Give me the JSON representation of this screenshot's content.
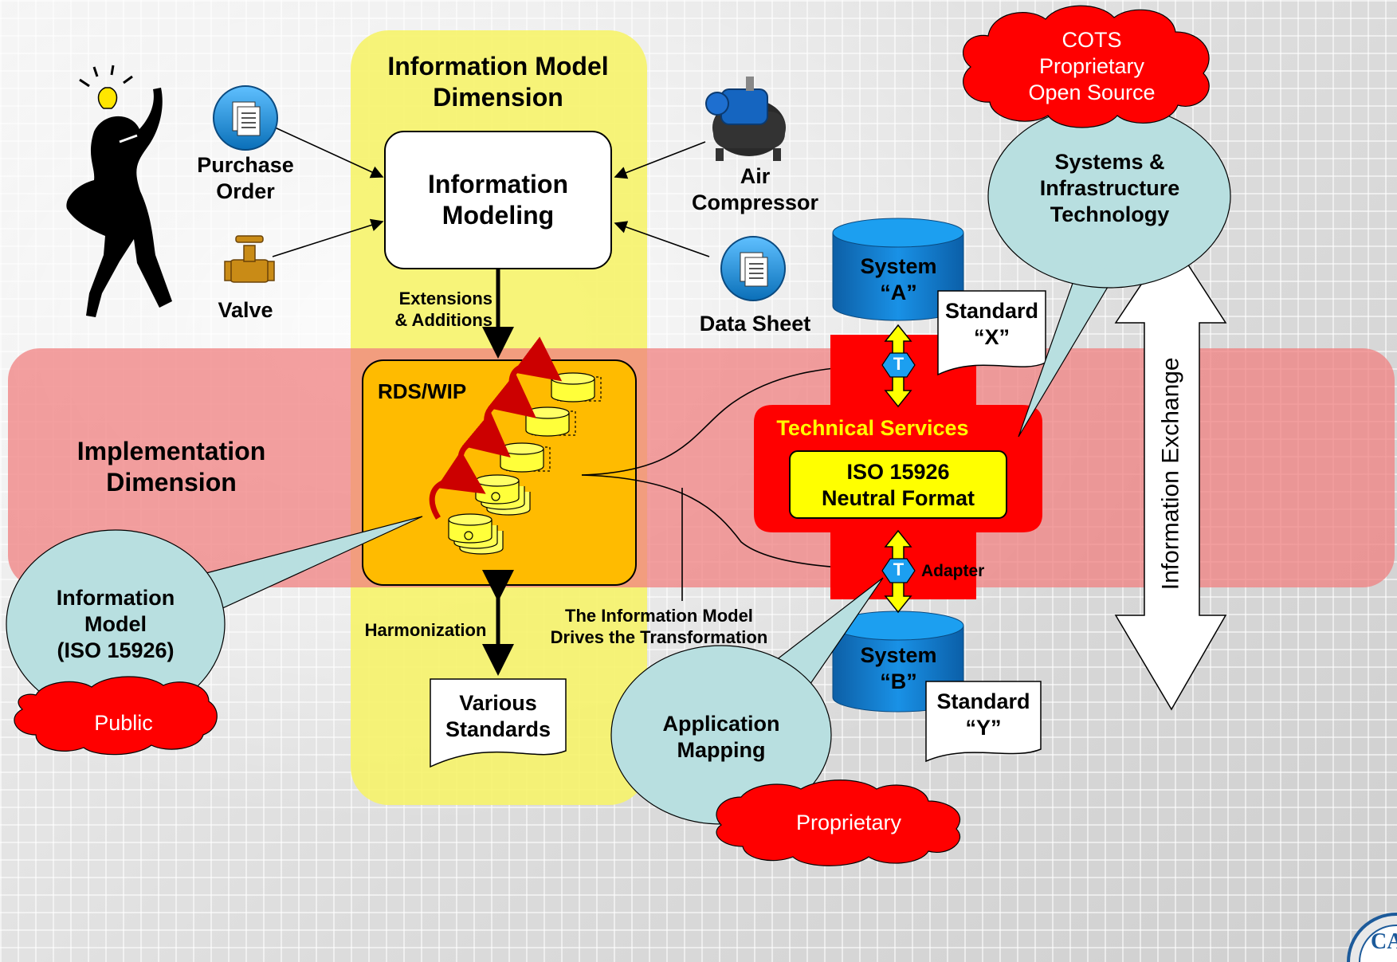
{
  "im_dimension": {
    "line1": "Information Model",
    "line2": "Dimension"
  },
  "info_modeling": {
    "line1": "Information",
    "line2": "Modeling"
  },
  "impl_dimension": {
    "line1": "Implementation",
    "line2": "Dimension"
  },
  "purchase_order": {
    "line1": "Purchase",
    "line2": "Order"
  },
  "valve": {
    "label": "Valve"
  },
  "air_compressor": {
    "line1": "Air",
    "line2": "Compressor"
  },
  "data_sheet": {
    "label": "Data Sheet"
  },
  "extensions": {
    "line1": "Extensions",
    "line2": "& Additions"
  },
  "rds_wip": {
    "label": "RDS/WIP"
  },
  "harmonization": {
    "label": "Harmonization"
  },
  "various_standards": {
    "line1": "Various",
    "line2": "Standards"
  },
  "drives": {
    "line1": "The Information Model",
    "line2": "Drives the Transformation"
  },
  "cots": {
    "line1": "COTS",
    "line2": "Proprietary",
    "line3": "Open Source"
  },
  "systems_infra": {
    "line1": "Systems &",
    "line2": "Infrastructure",
    "line3": "Technology"
  },
  "system_a": {
    "line1": "System",
    "line2": "“A”"
  },
  "system_b": {
    "line1": "System",
    "line2": "“B”"
  },
  "standard_x": {
    "line1": "Standard",
    "line2": "“X”"
  },
  "standard_y": {
    "line1": "Standard",
    "line2": "“Y”"
  },
  "technical_services": {
    "label": "Technical Services"
  },
  "iso_neutral": {
    "line1": "ISO 15926",
    "line2": "Neutral Format"
  },
  "adapter": {
    "label": "Adapter",
    "t_glyph": "T"
  },
  "info_exchange": {
    "label": "Information Exchange"
  },
  "info_model_bubble": {
    "line1": "Information",
    "line2": "Model",
    "line3": "(ISO 15926)"
  },
  "public": {
    "label": "Public"
  },
  "application_mapping": {
    "line1": "Application",
    "line2": "Mapping"
  },
  "proprietary": {
    "label": "Proprietary"
  },
  "colors": {
    "yellow_band": "#f6f36a",
    "red_band": "#f28080",
    "rds_box": "#ffbb00",
    "tech_red": "#ff0000",
    "bubble": "#b8dfe0",
    "cloud_red": "#ff0000",
    "cyl_blue": "#0a7fd0"
  }
}
